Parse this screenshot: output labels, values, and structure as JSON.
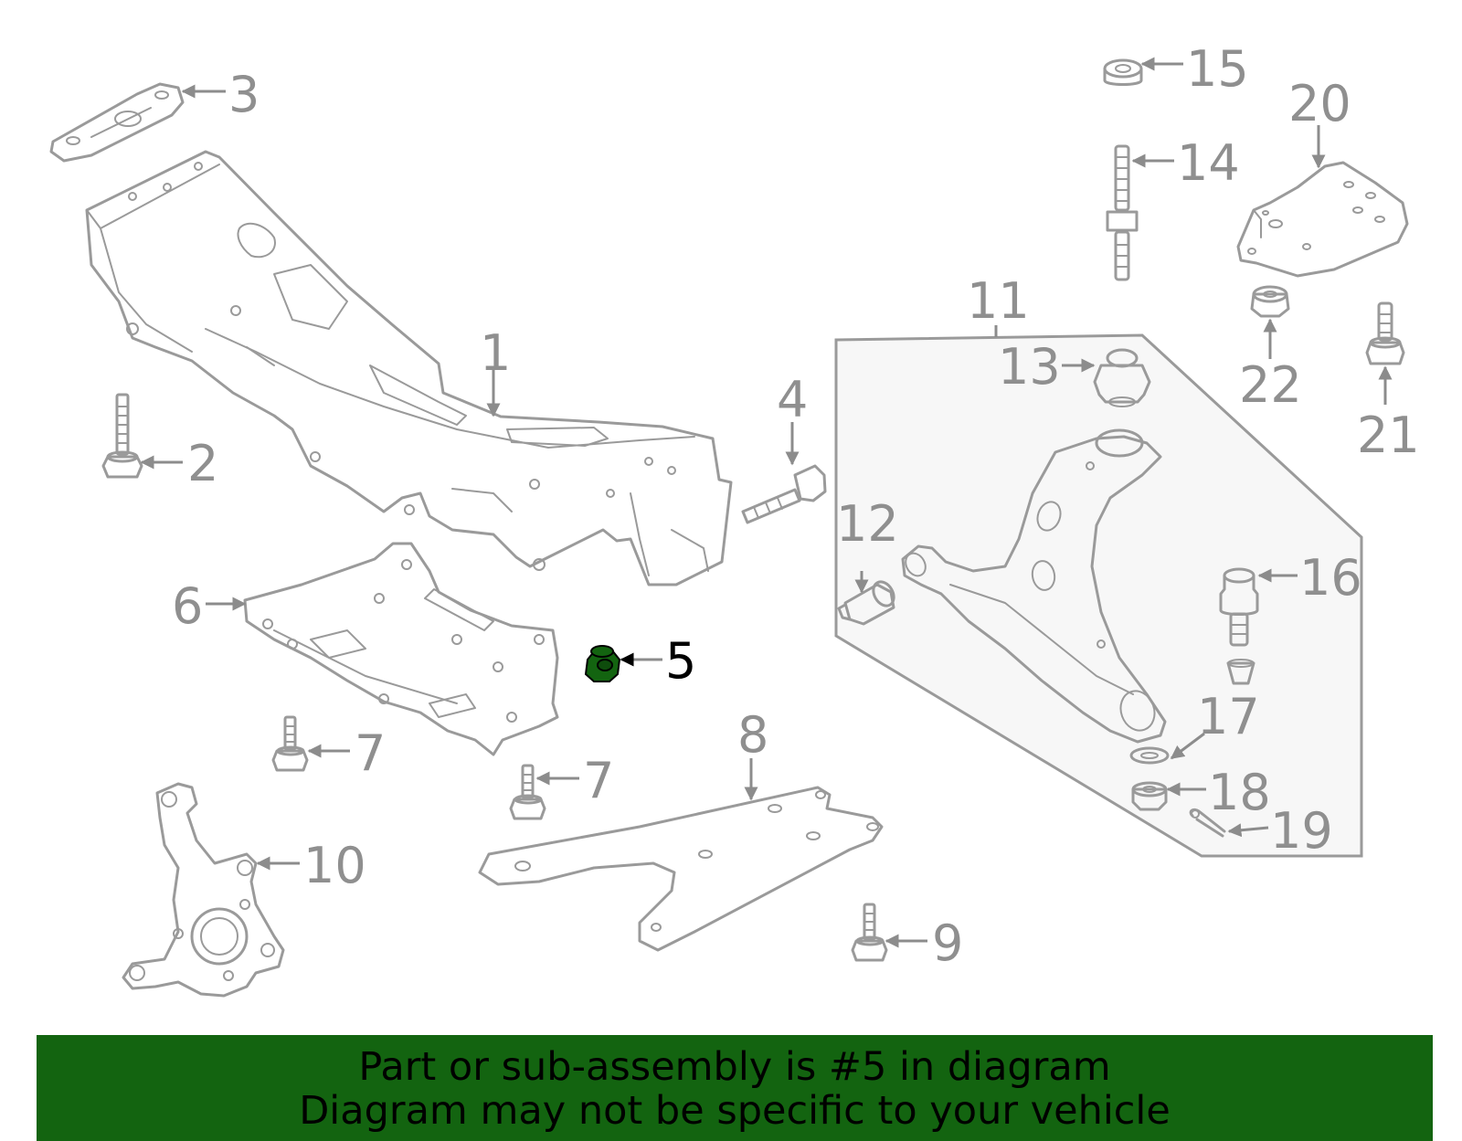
{
  "banner": {
    "line1": "Part or sub-assembly is #5 in diagram",
    "line2": "Diagram may not be specific to your vehicle"
  },
  "highlighted_part": "5",
  "colors": {
    "part_outline": "#9a9a9a",
    "callout_text": "#8f8f8f",
    "highlight_fill": "#136410",
    "banner_background": "#136410",
    "banner_text": "#000000",
    "assembly_box_fill": "#f7f7f7"
  },
  "callouts": {
    "c1": "1",
    "c2": "2",
    "c3": "3",
    "c4": "4",
    "c5": "5",
    "c6": "6",
    "c7a": "7",
    "c7b": "7",
    "c8": "8",
    "c9": "9",
    "c10": "10",
    "c11": "11",
    "c12": "12",
    "c13": "13",
    "c14": "14",
    "c15": "15",
    "c16": "16",
    "c17": "17",
    "c18": "18",
    "c19": "19",
    "c20": "20",
    "c21": "21",
    "c22": "22"
  }
}
